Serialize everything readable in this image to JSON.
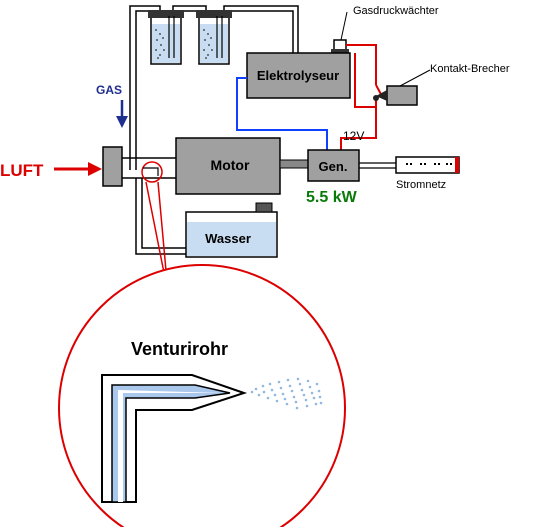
{
  "labels": {
    "gas": "GAS",
    "luft": "LUFT",
    "motor": "Motor",
    "generator": "Gen.",
    "power": "5.5 kW",
    "voltage": "12V",
    "stromnetz": "Stromnetz",
    "elektrolyseur": "Elektrolyseur",
    "gasdruckwaechter": "Gasdruckwächter",
    "kontakt_brecher": "Kontakt-Brecher",
    "wasser": "Wasser",
    "venturirohr": "Venturirohr"
  },
  "colors": {
    "luft": "#dd0000",
    "gas_arrow": "#1f2f8f",
    "power": "#0a7a0a",
    "wire_red": "#dd0000",
    "wire_blue": "#1040ff",
    "box_grey": "#a0a0a0",
    "water_blue": "#c8dcf2",
    "pipe_blue": "#aac8ec",
    "spray_blue": "#90b8e0",
    "magnifier_red": "#dd0000"
  }
}
